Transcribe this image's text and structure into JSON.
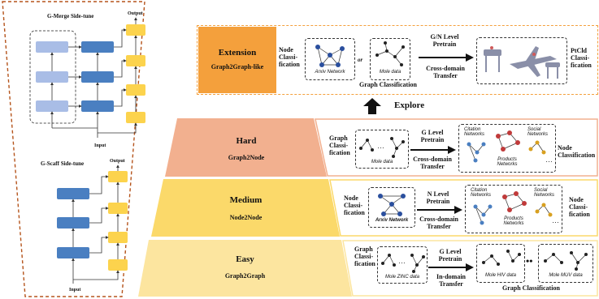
{
  "left_panel": {
    "merge_title": "G-Merge Side-tune",
    "merge_output": "Output",
    "merge_input": "Input",
    "scaff_title": "G-Scaff Side-tune",
    "scaff_output": "Output",
    "scaff_input": "Input"
  },
  "colors": {
    "extension": "#F4A03C",
    "hard": "#F2B08F",
    "medium": "#FBD96A",
    "easy": "#FCE59F",
    "block_blue": "#4A7FC1",
    "block_lightblue": "#A9BDE6",
    "block_yellow": "#FCD34D"
  },
  "extension": {
    "title": "Extension",
    "subtitle": "Graph2Graph-like",
    "left_label": "Node Classi- fication",
    "or": "or",
    "arxiv": "Arxiv Network",
    "mole": "Mole data",
    "graph_cls": "Graph Classification",
    "arrow_top": "G/N Level Pretrain",
    "arrow_bottom": "Cross-domain Transfer",
    "right_label": "PtCld Classi- fication"
  },
  "explore": "Explore",
  "hard": {
    "title": "Hard",
    "subtitle": "Graph2Node",
    "left_label": "Graph Classi- fication",
    "mole": "Mole data",
    "arrow_top": "G Level Pretrain",
    "arrow_bottom": "Cross-domain Transfer",
    "citation": "Citation Networks",
    "social": "Social Networks",
    "products": "Products Networks",
    "right_label": "Node Classification"
  },
  "medium": {
    "title": "Medium",
    "subtitle": "Node2Node",
    "left_label": "Node Classi- fication",
    "arxiv": "Arxiv Network",
    "arrow_top": "N Level Pretrain",
    "arrow_bottom": "Cross-domain Transfer",
    "citation": "Citation Networks",
    "social": "Social Networks",
    "products": "Products Networks",
    "right_label": "Node Classi- fication"
  },
  "easy": {
    "title": "Easy",
    "subtitle": "Graph2Graph",
    "left_label": "Graph Classi- fication",
    "zinc": "Mole ZINC data",
    "arrow_top": "G Level Pretrain",
    "arrow_bottom": "In-domain Transfer",
    "hiv": "Mole HIV data",
    "muv": "Mole MUV data",
    "graph_cls": "Graph Classification"
  }
}
